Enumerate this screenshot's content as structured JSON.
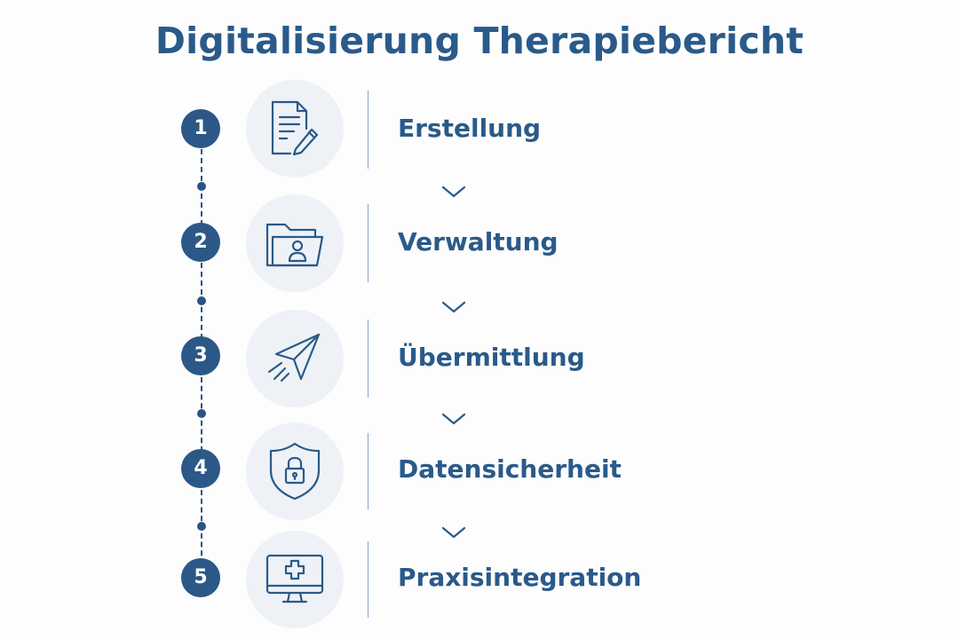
{
  "title": "Digitalisierung Therapiebericht",
  "steps": [
    {
      "number": "1",
      "label": "Erstellung",
      "icon": "document-pencil-icon"
    },
    {
      "number": "2",
      "label": "Verwaltung",
      "icon": "folder-user-icon"
    },
    {
      "number": "3",
      "label": "Übermittlung",
      "icon": "paper-plane-icon"
    },
    {
      "number": "4",
      "label": "Datensicherheit",
      "icon": "shield-lock-icon"
    },
    {
      "number": "5",
      "label": "Praxisintegration",
      "icon": "monitor-medical-icon"
    }
  ],
  "colors": {
    "primary": "#2a5a8a",
    "circle_bg": "#eef2f6",
    "line": "#2d5583"
  }
}
